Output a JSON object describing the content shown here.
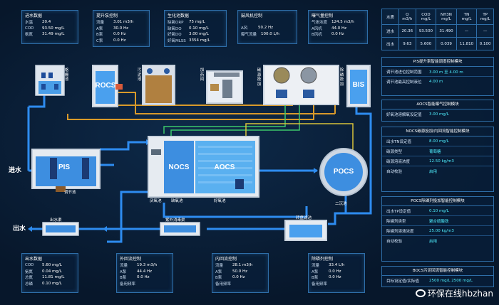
{
  "top_panels": [
    {
      "title": "进水数据",
      "rows": [
        [
          "水温",
          "20.4"
        ],
        [
          "COD",
          "93.50 mg/L"
        ],
        [
          "氨氮",
          "31.49 mg/L"
        ]
      ]
    },
    {
      "title": "提升泵控制",
      "rows": [
        [
          "流量",
          "3.01 m3/h"
        ],
        [
          "A泵",
          "30.0 Hz"
        ],
        [
          "B泵",
          "0.0 Hz"
        ],
        [
          "C泵",
          "0.0 Hz"
        ]
      ]
    },
    {
      "title": "生化池数据",
      "rows": [
        [
          "缺氧ORP",
          "75 mg/L"
        ],
        [
          "缺氧DO",
          "0.10 mg/L"
        ],
        [
          "好氧DO",
          "3.00 mg/L"
        ],
        [
          "好氧MLSS",
          "3354 mg/L"
        ]
      ]
    },
    {
      "title": "鼓风机控制",
      "rows": [
        [
          "A风",
          "50.2 Hz"
        ],
        [
          "曝气流量",
          "100.0 L/h"
        ]
      ]
    },
    {
      "title": "曝气量控制",
      "rows": [
        [
          "气体浓度",
          "124.5 m3/h"
        ],
        [
          "A风机",
          "44.0 Hz"
        ],
        [
          "B风机",
          "0.0 Hz"
        ]
      ]
    }
  ],
  "bottom_panels": [
    {
      "title": "出水数据",
      "rows": [
        [
          "COD",
          "5.60 mg/L"
        ],
        [
          "氨氮",
          "0.04 mg/L"
        ],
        [
          "总氮",
          "11.81 mg/L"
        ],
        [
          "总磷",
          "0.10 mg/L"
        ]
      ]
    },
    {
      "title": "外回流控制",
      "rows": [
        [
          "流量",
          "19.3 m3/h"
        ],
        [
          "A泵",
          "44.4 Hz"
        ],
        [
          "B泵",
          "0.0 Hz"
        ],
        [
          "备用频率",
          ""
        ]
      ]
    },
    {
      "title": "内回流控制",
      "rows": [
        [
          "流量",
          "28.1 m3/h"
        ],
        [
          "A泵",
          "50.0 Hz"
        ],
        [
          "B泵",
          "0.0 Hz"
        ],
        [
          "备用频率",
          ""
        ]
      ]
    },
    {
      "title": "除磷剂控制",
      "rows": [
        [
          "流量",
          "33.4 L/h"
        ],
        [
          "A泵",
          "0.0 Hz"
        ],
        [
          "B泵",
          "0.0 Hz"
        ],
        [
          "备用频率",
          ""
        ]
      ]
    }
  ],
  "quality_table": {
    "headers": [
      "水质",
      "Q\nm3/h",
      "COD\nmg/L",
      "NH3N\nmg/L",
      "TN\nmg/L",
      "TP\nmg/L"
    ],
    "rows": [
      [
        "进水",
        "20.36",
        "93.500",
        "31.490",
        "—",
        "—"
      ],
      [
        "出水",
        "9.63",
        "5.600",
        "0.039",
        "11.810",
        "0.100"
      ]
    ]
  },
  "right_panels": [
    {
      "title": "PIS提升泵智能调度控制模块",
      "rows": [
        [
          "调节池进位控制范围",
          "3.00 m  至  4.00 m"
        ],
        [
          "调节池最高控制液位",
          "4.00 m"
        ]
      ]
    },
    {
      "title": "AOCS智能曝气控制模块",
      "rows": [
        [
          "好氧池溶解氧设定值",
          "3.00 mg/L"
        ]
      ]
    },
    {
      "title": "NOCS碳源投加/内回流智能控制模块",
      "rows": [
        [
          "出水TN设定值",
          "8.00 mg/L"
        ],
        [
          "碳源类型",
          "葡萄糖"
        ],
        [
          "碳源溶液浓度",
          "12.50 kg/m3"
        ],
        [
          "自动校验",
          "启用"
        ]
      ]
    },
    {
      "title": "POCS除磷剂投加智能控制模块",
      "rows": [
        [
          "出水TP设定值",
          "0.10 mg/L"
        ],
        [
          "除磷剂类型",
          "聚合硫酸铁"
        ],
        [
          "除磷剂溶液浓度",
          "25.00 kg/m3"
        ],
        [
          "自动校验",
          "启用"
        ]
      ]
    },
    {
      "title": "BOCS污泥回流智能控制模块",
      "rows": [
        [
          "目标设定值/实际值",
          "2500 mg/L   2500 mg/L"
        ]
      ]
    }
  ],
  "diagram": {
    "PIS": "PIS",
    "ROCS": "ROCS",
    "NOCS": "NOCS",
    "AOCS": "AOCS",
    "POCS": "POCS",
    "BIS": "BIS",
    "inlet": "进水",
    "outlet": "出水",
    "labels": {
      "grille": "格栅池",
      "regulating": "调节池",
      "anoxic": "缺氧池",
      "aerobic": "好氧池",
      "secondary": "二沉池",
      "outlet_channel": "出水渠",
      "uv": "紫外消毒渠",
      "filter": "转盘滤池",
      "anaerobic": "厌氧池",
      "sludge": "污泥池",
      "dosing": "加药间",
      "carbon": "碳源投加",
      "p_dosing": "除磷投加",
      "blower": "鼓风机房",
      "sludge_ret": "污泥回流"
    }
  },
  "watermark": "环保在线hbzhan"
}
